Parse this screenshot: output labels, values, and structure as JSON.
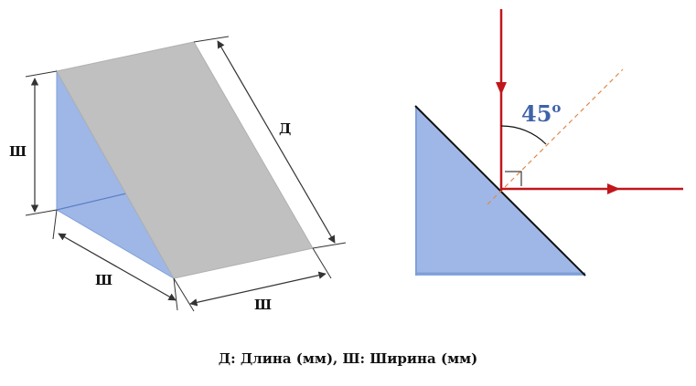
{
  "prism": {
    "label_height": "Ш",
    "label_length": "Д",
    "label_width_left": "Ш",
    "label_width_right": "Ш"
  },
  "beam": {
    "angle_label": "45",
    "degree_symbol": "o"
  },
  "caption": "Д: Длина (мм), Ш: Ширина (мм)",
  "colors": {
    "glass_blue": "#9fb7e6",
    "glass_blue_edge": "#6f8fd0",
    "face_gray": "#c0c0c0",
    "beam_red": "#c0161c",
    "normal_orange": "#e0884a",
    "angle_blue": "#3f63a8"
  }
}
